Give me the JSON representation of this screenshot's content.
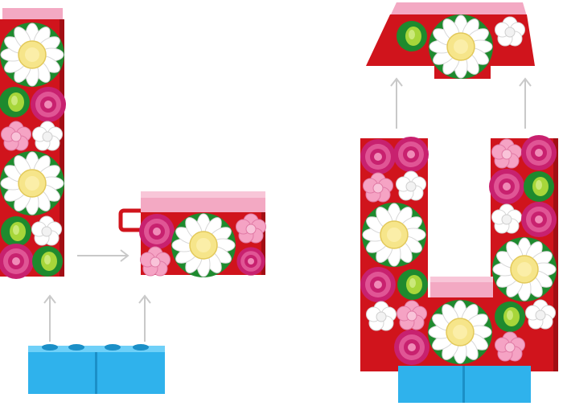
{
  "scene": {
    "description_visible_text": "",
    "colors": {
      "red": "#d0141c",
      "red_dark": "#a20e14",
      "pink_plate": "#f3a9c3",
      "pink_light": "#f8c6d8",
      "blue": "#2fb2ec",
      "blue_dark": "#1b8fc7",
      "green_leaf": "#1e8a2e",
      "lime": "#a7d63a",
      "magenta": "#c8216f",
      "magenta_light": "#e05595",
      "yellow": "#f6e58a",
      "white": "#ffffff",
      "arrow": "#c9c9c9"
    },
    "icons": [
      "daisy-flower",
      "rose-flower",
      "small-white-flower",
      "small-pink-flower",
      "leaf-bud",
      "arrow-up",
      "arrow-right"
    ]
  }
}
